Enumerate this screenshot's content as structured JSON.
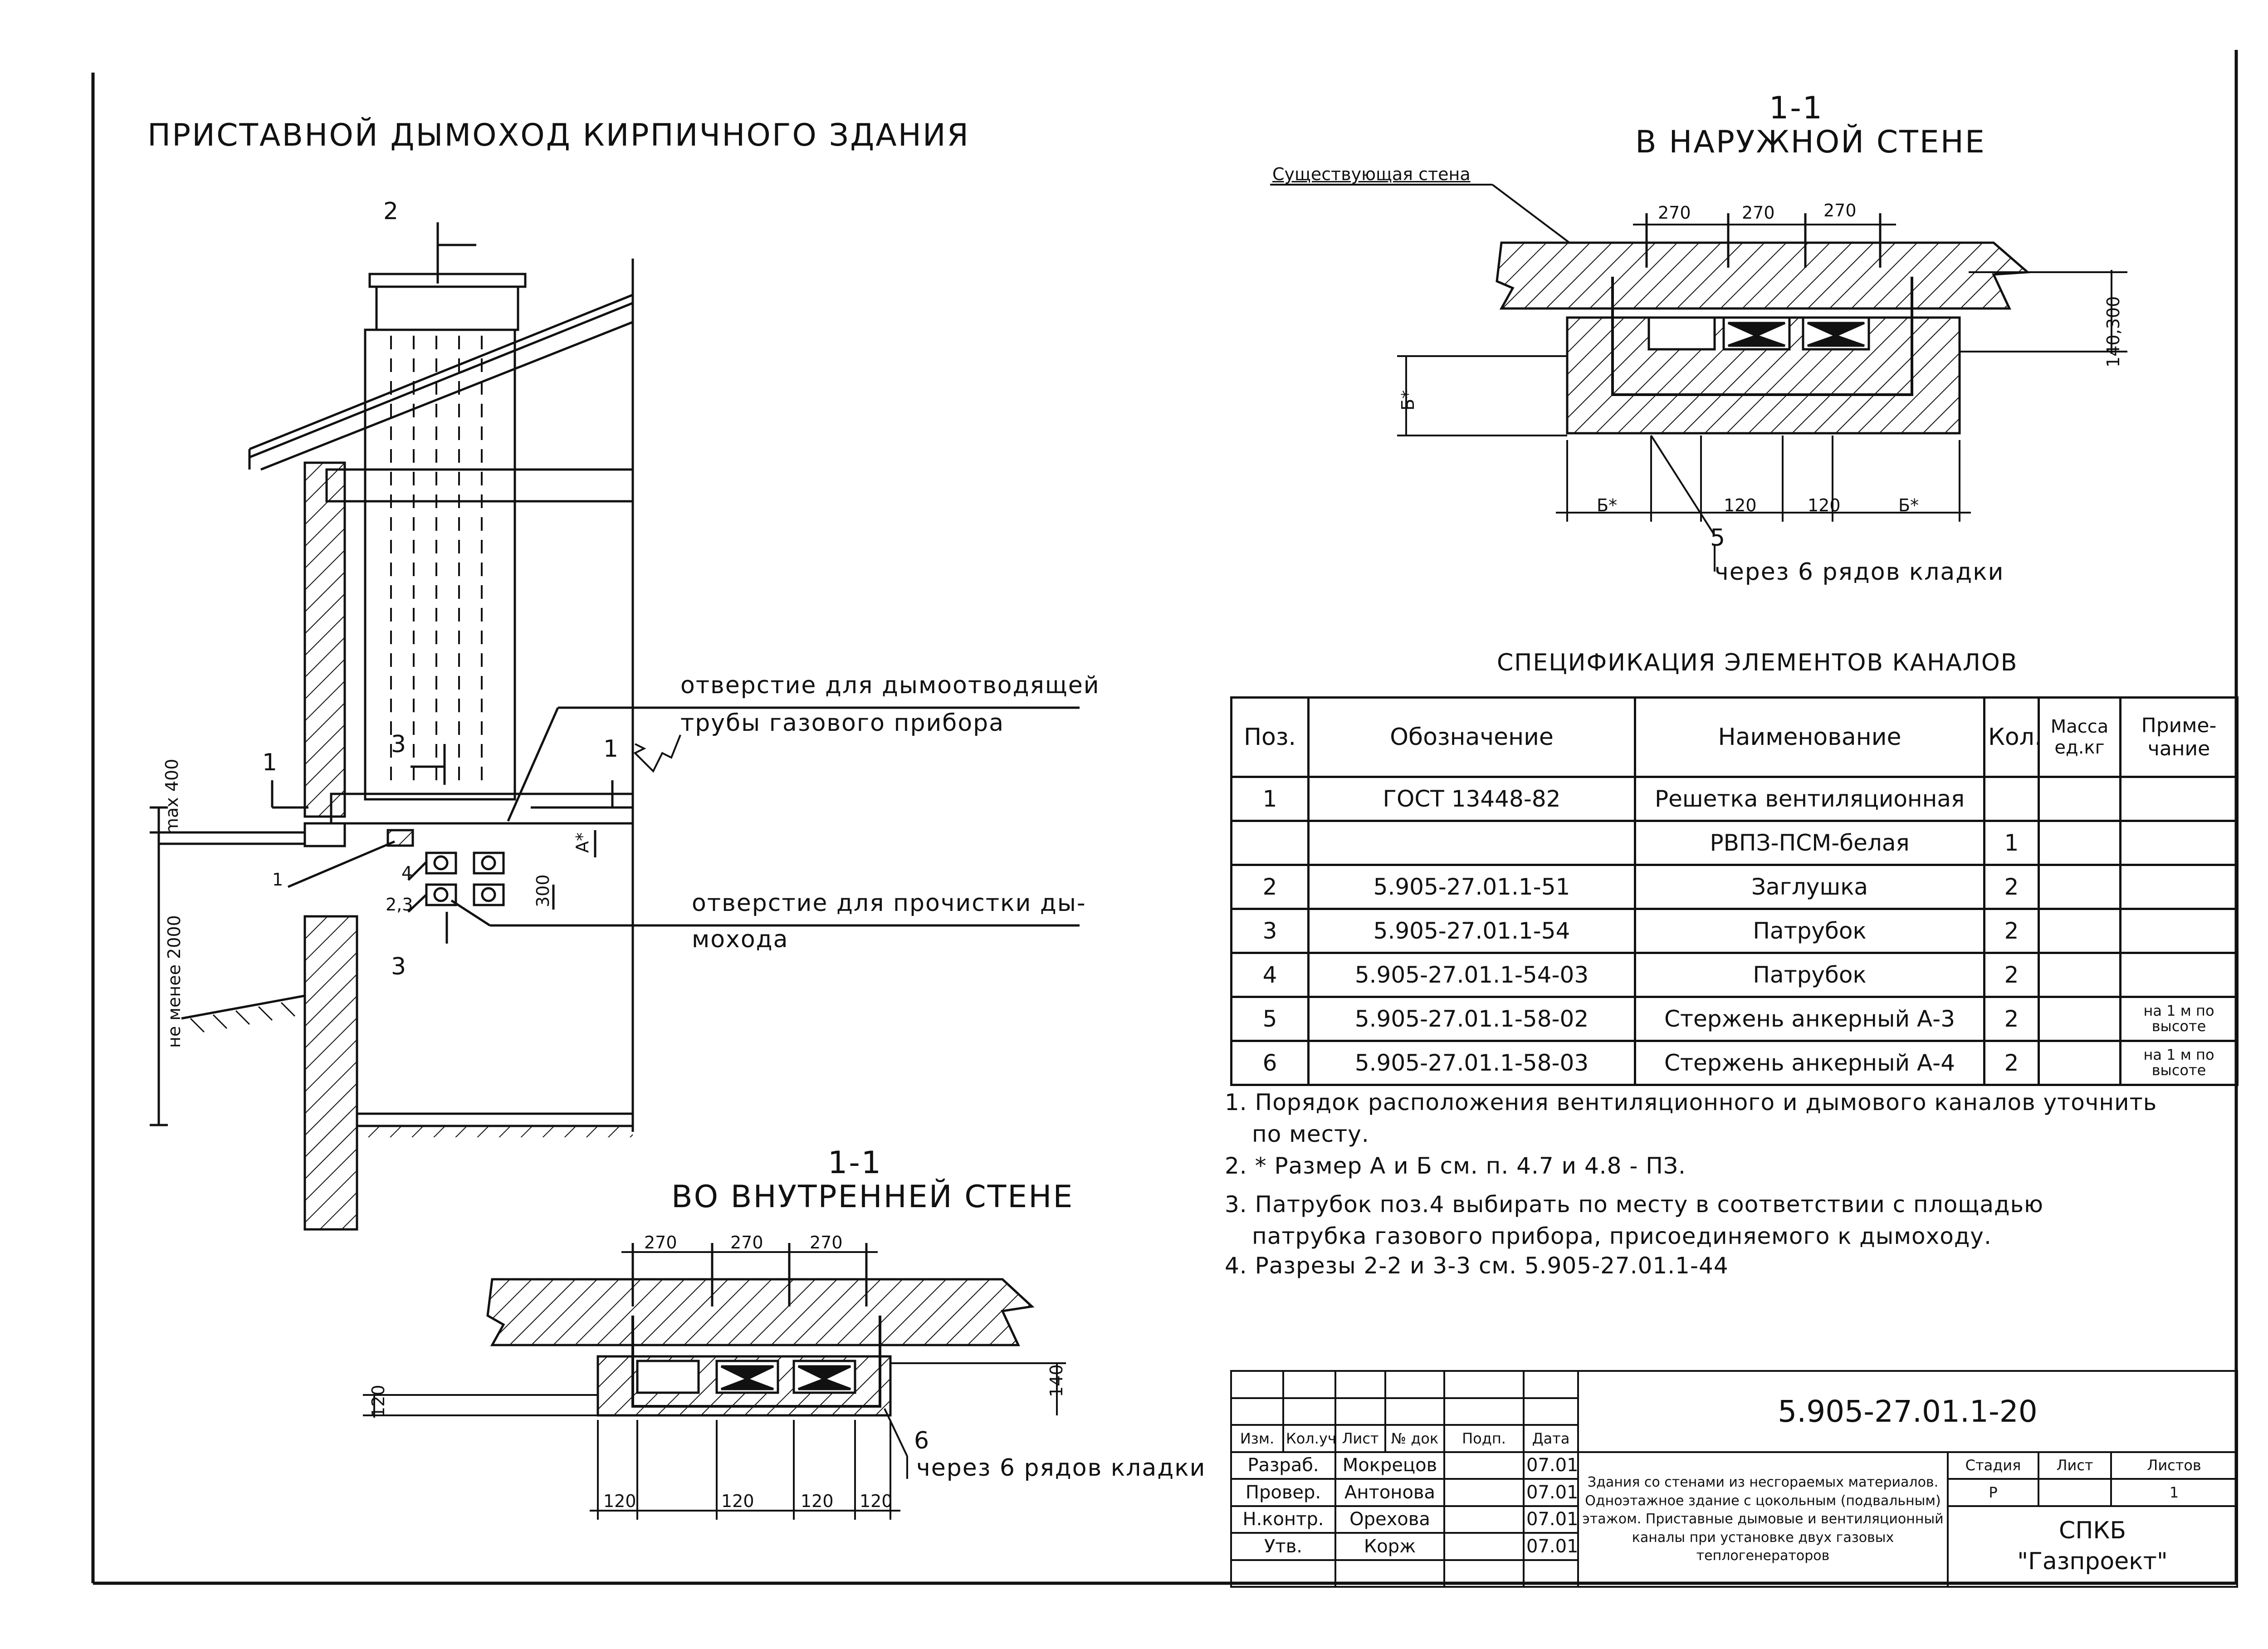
{
  "main_title": "ПРИСТАВНОЙ ДЫМОХОД КИРПИЧНОГО ЗДАНИЯ",
  "elevation": {
    "cut_2": "2",
    "cut_3_top": "3",
    "cut_3_bottom": "3",
    "cut_1_left": "1",
    "cut_1_right": "1",
    "pos_1": "1",
    "pos_4": "4",
    "pos_23": "2,3",
    "dim_max400": "max 400",
    "dim_min2000": "не менее 2000",
    "dim_a": "А*",
    "dim_300": "300",
    "callout_flue_1": "отверстие для дымоотводящей",
    "callout_flue_2": "трубы газового прибора",
    "callout_clean_1": "отверстие для прочистки ды-",
    "callout_clean_2": "мохода"
  },
  "section_outer": {
    "label": "1-1",
    "title": "В НАРУЖНОЙ СТЕНЕ",
    "existing_wall": "Существующая стена",
    "dims_top": [
      "270",
      "270",
      "270"
    ],
    "dim_right": "140,300",
    "dim_left": "Б*",
    "dims_bottom": [
      "Б*",
      "120",
      "120",
      "Б*"
    ],
    "pos": "5",
    "note": "через 6 рядов кладки"
  },
  "section_inner": {
    "label": "1-1",
    "title": "ВО ВНУТРЕННЕЙ СТЕНЕ",
    "dims_top": [
      "270",
      "270",
      "270"
    ],
    "dim_left": "120",
    "dim_right": "140",
    "dims_bottom": [
      "120",
      "120",
      "120",
      "120"
    ],
    "pos": "6",
    "note": "через 6 рядов кладки"
  },
  "spec": {
    "title": "СПЕЦИФИКАЦИЯ ЭЛЕМЕНТОВ КАНАЛОВ",
    "headers": {
      "pos": "Поз.",
      "designation": "Обозначение",
      "name": "Наименование",
      "qty": "Кол.",
      "mass": "Масса ед.кг",
      "note": "Приме-чание"
    },
    "rows": [
      {
        "pos": "1",
        "designation": "ГОСТ 13448-82",
        "name": "Решетка вентиляционная",
        "qty": "",
        "mass": "",
        "note": ""
      },
      {
        "pos": "",
        "designation": "",
        "name": "РВПЗ-ПСМ-белая",
        "qty": "1",
        "mass": "",
        "note": ""
      },
      {
        "pos": "2",
        "designation": "5.905-27.01.1-51",
        "name": "Заглушка",
        "qty": "2",
        "mass": "",
        "note": ""
      },
      {
        "pos": "3",
        "designation": "5.905-27.01.1-54",
        "name": "Патрубок",
        "qty": "2",
        "mass": "",
        "note": ""
      },
      {
        "pos": "4",
        "designation": "5.905-27.01.1-54-03",
        "name": "Патрубок",
        "qty": "2",
        "mass": "",
        "note": ""
      },
      {
        "pos": "5",
        "designation": "5.905-27.01.1-58-02",
        "name": "Стержень анкерный А-3",
        "qty": "2",
        "mass": "",
        "note": "на 1 м по высоте"
      },
      {
        "pos": "6",
        "designation": "5.905-27.01.1-58-03",
        "name": "Стержень анкерный А-4",
        "qty": "2",
        "mass": "",
        "note": "на 1 м по высоте"
      }
    ]
  },
  "notes": [
    "1. Порядок расположения вентиляционного и дымового каналов уточнить",
    "по месту.",
    "2. * Размер А и Б см. п. 4.7 и 4.8 - ПЗ.",
    "3. Патрубок поз.4 выбирать по месту в соответствии с площадью",
    "патрубка газового прибора, присоединяемого к дымоходу.",
    "4. Разрезы 2-2 и 3-3 см. 5.905-27.01.1-44"
  ],
  "stamp": {
    "code": "5.905-27.01.1-20",
    "cols": [
      "Изм.",
      "Кол.уч",
      "Лист",
      "№ док",
      "Подп.",
      "Дата"
    ],
    "people": [
      {
        "role": "Разраб.",
        "name": "Мокрецов",
        "date": "07.01"
      },
      {
        "role": "Провер.",
        "name": "Антонова",
        "date": "07.01"
      },
      {
        "role": "Н.контр.",
        "name": "Орехова",
        "date": "07.01"
      },
      {
        "role": "Утв.",
        "name": "Корж",
        "date": "07.01"
      }
    ],
    "description": "Здания со стенами из несгораемых материалов. Одноэтажное здание с цокольным (подвальным) этажом. Приставные дымовые и вентиляционный каналы при установке двух газовых теплогенераторов",
    "stage_label": "Стадия",
    "sheet_label": "Лист",
    "sheets_label": "Листов",
    "stage": "Р",
    "sheets": "1",
    "org_1": "СПКБ",
    "org_2": "\"Газпроект\""
  }
}
